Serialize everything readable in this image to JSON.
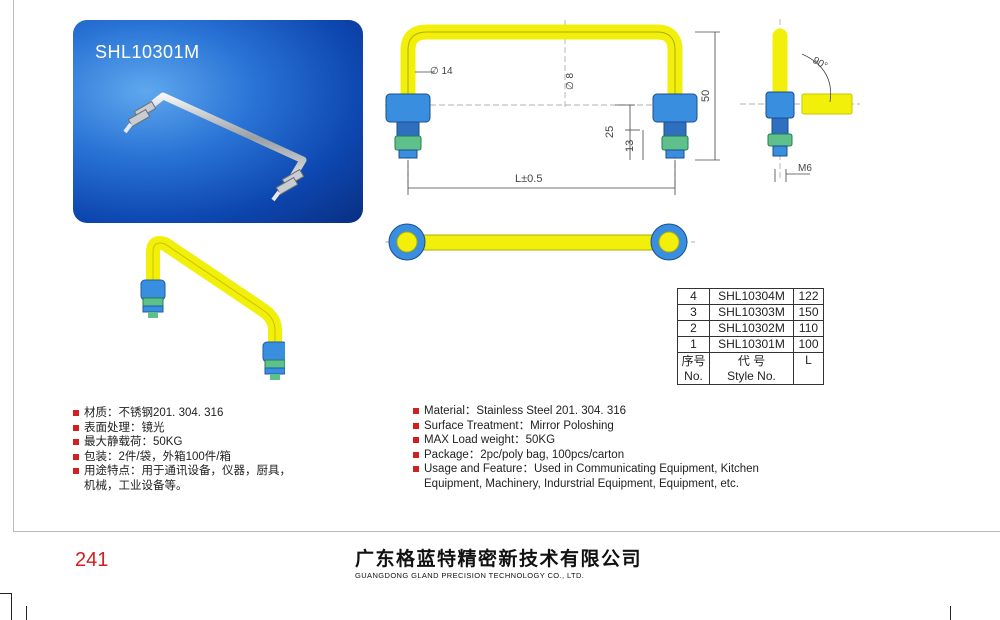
{
  "product": {
    "code": "SHL10301M"
  },
  "drawing_labels": {
    "diameter_14": "∅ 14",
    "diameter_8": "∅ 8",
    "height_50": "50",
    "height_25": "25",
    "height_13": "13",
    "length_tol": "L±0.5",
    "angle": "90°",
    "thread": "M6"
  },
  "table": {
    "rows": [
      {
        "no": "4",
        "style": "SHL10304M",
        "l": "122"
      },
      {
        "no": "3",
        "style": "SHL10303M",
        "l": "150"
      },
      {
        "no": "2",
        "style": "SHL10302M",
        "l": "110"
      },
      {
        "no": "1",
        "style": "SHL10301M",
        "l": "100"
      }
    ],
    "header": {
      "no_cn": "序号",
      "no_en": "No.",
      "style_cn": "代 号",
      "style_en": "Style No.",
      "l": "L"
    }
  },
  "specs_cn": [
    "材质：不锈钢201. 304. 316",
    "表面处理：镜光",
    "最大静载荷：50KG",
    "包装：2件/袋，外箱100件/箱",
    "用途特点：用于通讯设备，仪器，厨具，",
    "机械，工业设备等。"
  ],
  "specs_en": [
    "Material：Stainless Steel 201. 304. 316",
    "Surface Treatment：Mirror Poloshing",
    "MAX Load weight：50KG",
    "Package：2pc/poly bag,  100pcs/carton",
    "Usage and Feature：Used in Communicating Equipment, Kitchen",
    "Equipment, Machinery, Indurstrial Equipment, Equipment, etc."
  ],
  "footer": {
    "page_number": "241",
    "company_cn": "广东格蓝特精密新技术有限公司",
    "company_en": "GUANGDONG GLAND PRECISION TECHNOLOGY CO., LTD."
  },
  "colors": {
    "handle_yellow": "#f2ef0a",
    "mount_blue": "#3a8ee0",
    "nut_green": "#5ec08a",
    "accent_red": "#d21f1f"
  }
}
